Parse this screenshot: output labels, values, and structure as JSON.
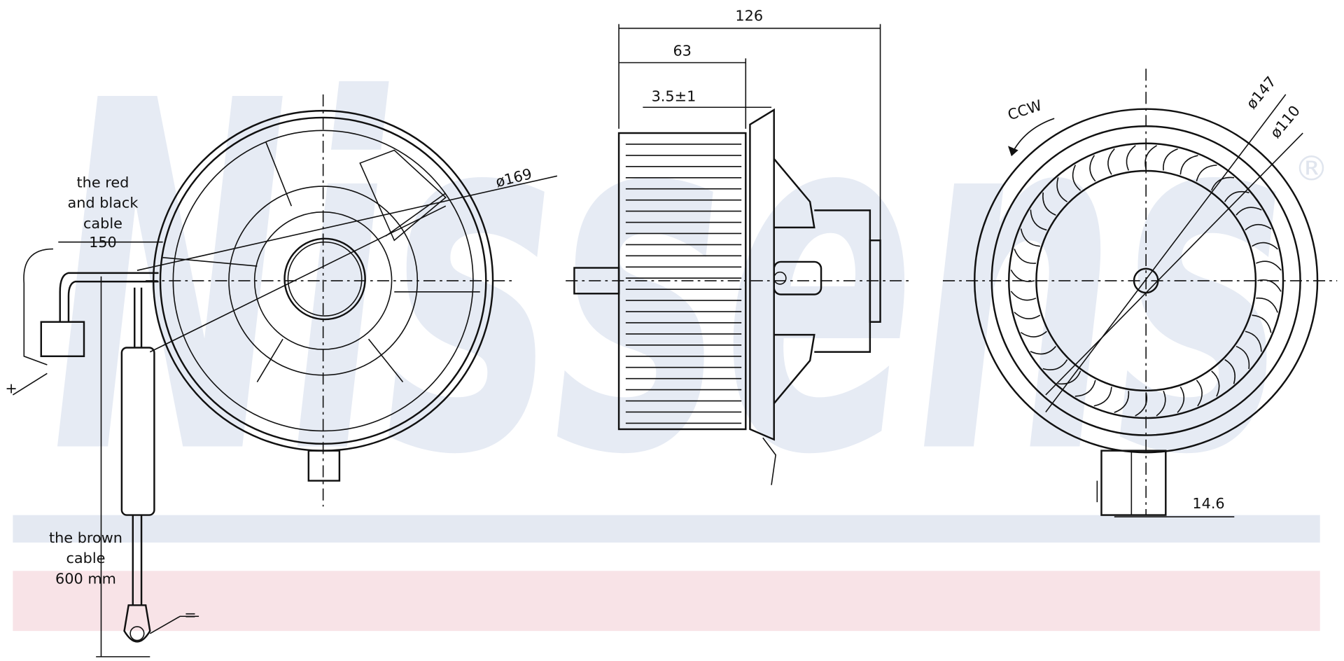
{
  "watermark": {
    "brand": "Nissens",
    "registered": "®",
    "band_colors": [
      "#e4e9f2",
      "#f8e3e7"
    ]
  },
  "labels": {
    "red_black_cable": [
      "the red",
      "and black",
      "cable"
    ],
    "red_black_length": "150",
    "plus": "+",
    "brown_cable": [
      "the brown",
      "cable",
      "600 mm"
    ],
    "minus": "=",
    "diameter_outer_left": "ø169",
    "depth_total": "126",
    "depth_wheel": "63",
    "flange_offset": "3.5±1",
    "rotation": "CCW",
    "diameter_147": "ø147",
    "diameter_110": "ø110",
    "connector_width": "14.6"
  }
}
